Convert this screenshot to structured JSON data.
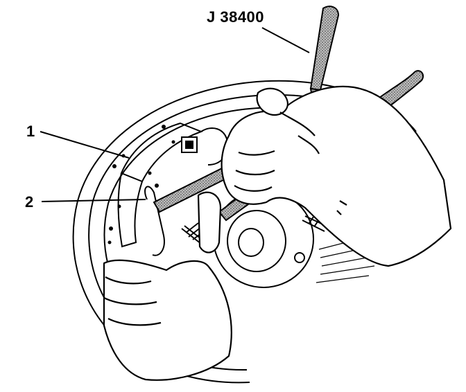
{
  "labels": {
    "tool": "J 38400",
    "callout_1": "1",
    "callout_2": "2"
  },
  "colors": {
    "line": "#000000",
    "background": "#ffffff",
    "tool_fill": "#9a9a9a"
  }
}
